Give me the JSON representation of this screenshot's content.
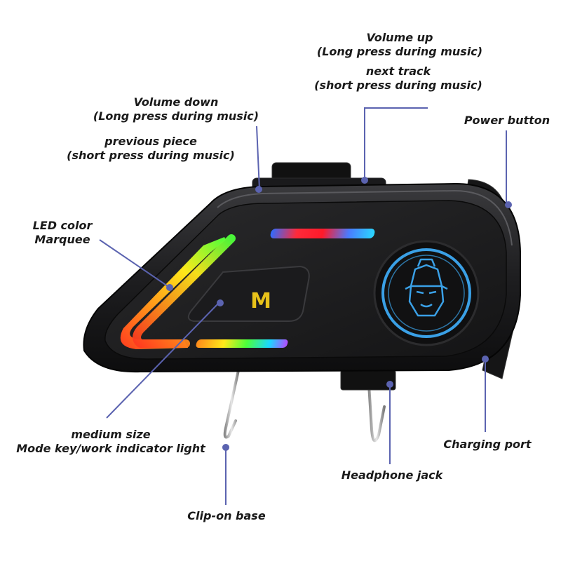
{
  "labels": {
    "volume_up": {
      "line1": "Volume up",
      "line2": "(Long press during music)"
    },
    "next_track": {
      "line1": "next track",
      "line2": "(short press during music)"
    },
    "volume_down": {
      "line1": "Volume down",
      "line2": "(Long press during music)"
    },
    "previous_piece": {
      "line1": "previous piece",
      "line2": "(short press during music)"
    },
    "power_button": "Power button",
    "led_marquee": {
      "line1": "LED color",
      "line2": "Marquee"
    },
    "mode_key": {
      "line1": "medium size",
      "line2": "Mode key/work indicator light"
    },
    "charging_port": "Charging port",
    "headphone_jack": "Headphone jack",
    "clip_base": "Clip-on base"
  },
  "device": {
    "mode_letter": "M"
  },
  "colors": {
    "leader_line": "#5b63b0",
    "accent_blue": "#3aa0e6",
    "device_body": "#1c1c1e"
  }
}
